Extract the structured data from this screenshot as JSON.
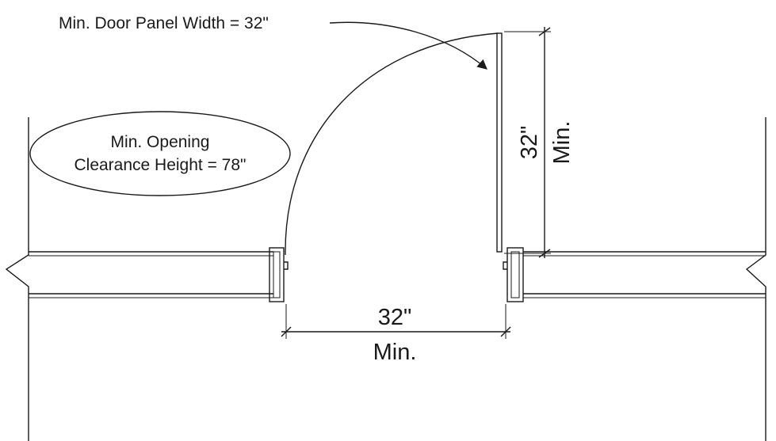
{
  "callout": {
    "panel_width": "Min. Door Panel Width = 32\"",
    "height_line1": "Min. Opening",
    "height_line2": "Clearance Height = 78\""
  },
  "dimensions": {
    "width_value": "32\"",
    "width_suffix": "Min.",
    "panel_value": "32\"",
    "panel_suffix": "Min."
  }
}
